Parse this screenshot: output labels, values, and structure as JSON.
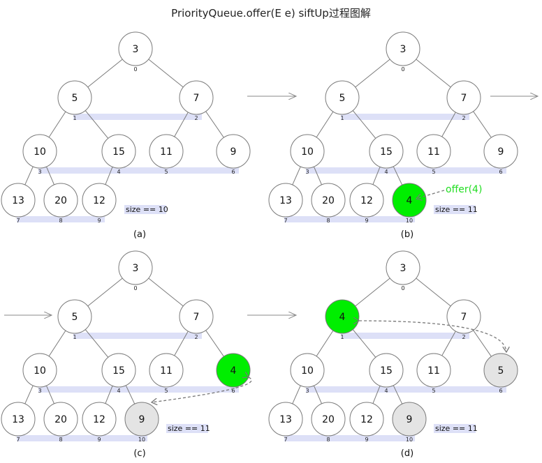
{
  "title": "PriorityQueue.offer(E e) siftUp过程图解",
  "colors": {
    "highlight_green": "#00ee00",
    "moved_gray": "#e4e4e4",
    "index_band": "#dde0f7",
    "offer_label": "#22dd22"
  },
  "panels": [
    {
      "label": "(a)",
      "heap": [
        3,
        5,
        7,
        10,
        15,
        11,
        9,
        13,
        20,
        12
      ],
      "fill_roles": [
        "plain",
        "plain",
        "plain",
        "plain",
        "plain",
        "plain",
        "plain",
        "plain",
        "plain",
        "plain"
      ],
      "size_text": "size == 10",
      "offer_text": "",
      "swap_between": []
    },
    {
      "label": "(b)",
      "heap": [
        3,
        5,
        7,
        10,
        15,
        11,
        9,
        13,
        20,
        12,
        4
      ],
      "fill_roles": [
        "plain",
        "plain",
        "plain",
        "plain",
        "plain",
        "plain",
        "plain",
        "plain",
        "plain",
        "plain",
        "green"
      ],
      "size_text": "size == 11",
      "offer_text": "offer(4)",
      "swap_between": []
    },
    {
      "label": "(c)",
      "heap": [
        3,
        5,
        7,
        10,
        15,
        11,
        4,
        13,
        20,
        12,
        9
      ],
      "fill_roles": [
        "plain",
        "plain",
        "plain",
        "plain",
        "plain",
        "plain",
        "green",
        "plain",
        "plain",
        "plain",
        "gray"
      ],
      "size_text": "size == 11",
      "offer_text": "",
      "swap_between": [
        6,
        10
      ]
    },
    {
      "label": "(d)",
      "heap": [
        3,
        4,
        7,
        10,
        15,
        11,
        5,
        13,
        20,
        12,
        9
      ],
      "fill_roles": [
        "plain",
        "green",
        "plain",
        "plain",
        "plain",
        "plain",
        "gray",
        "plain",
        "plain",
        "plain",
        "gray"
      ],
      "size_text": "size == 11",
      "offer_text": "",
      "swap_between": [
        1,
        6
      ]
    }
  ],
  "tree_layout_note_keys": {
    "index_labels": [
      "0",
      "1",
      "2",
      "3",
      "4",
      "5",
      "6",
      "7",
      "8",
      "9",
      "10"
    ]
  }
}
